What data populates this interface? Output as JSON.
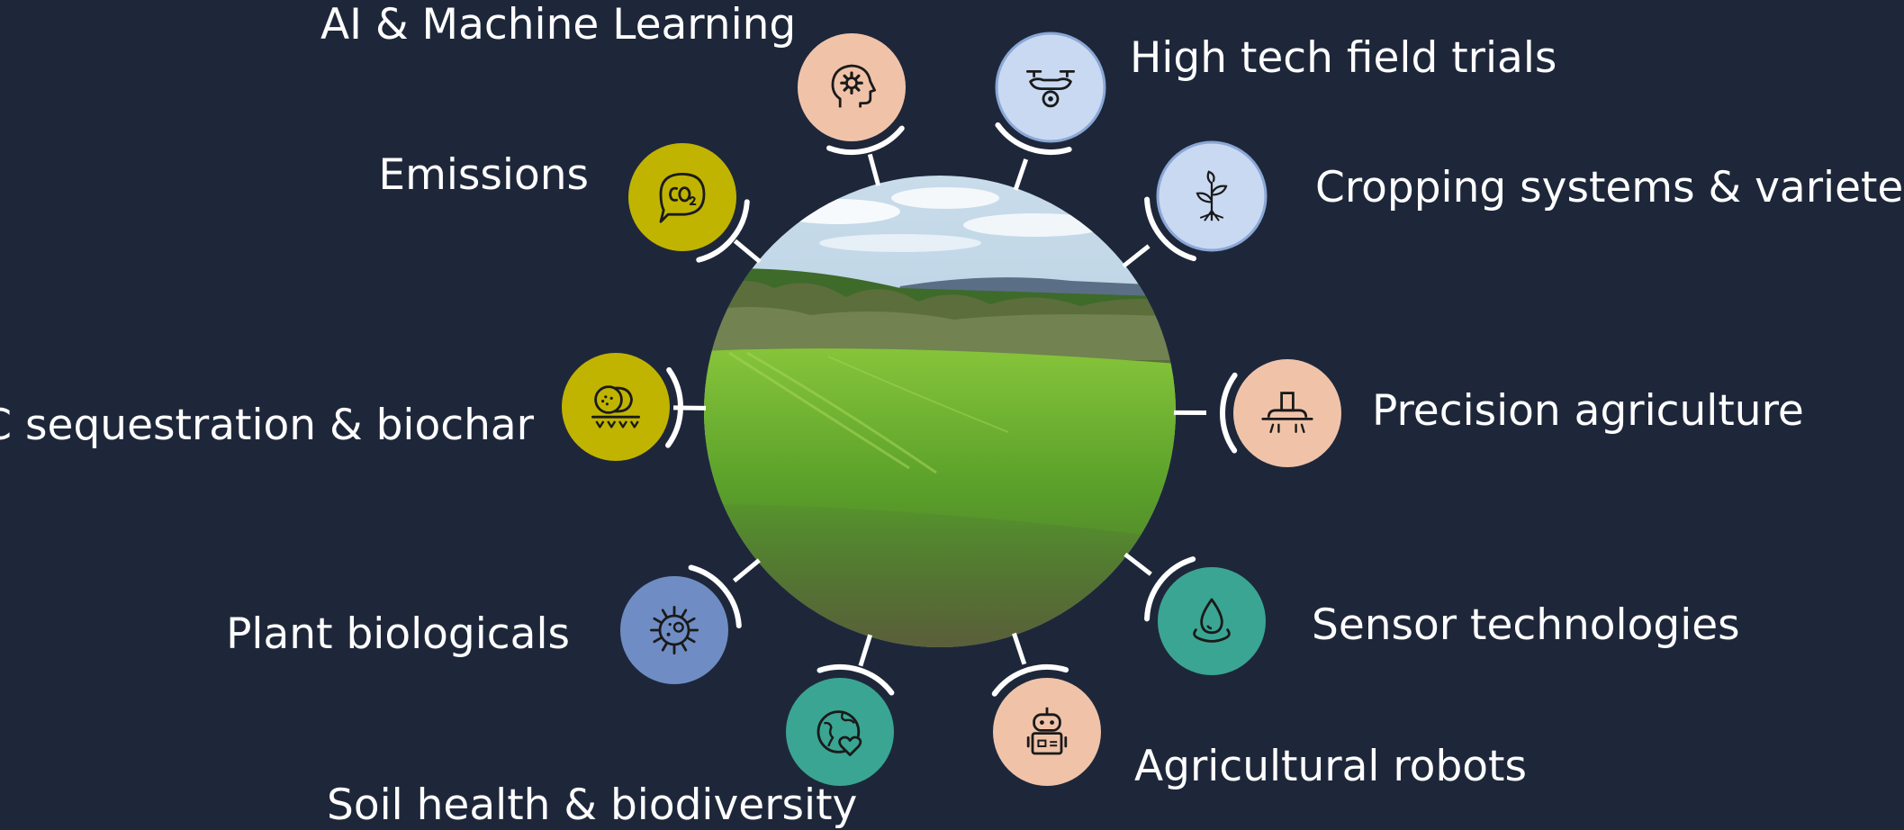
{
  "colors": {
    "background": "#1e273a",
    "peach": "#f0c3a9",
    "light_blue": "#c9d9f2",
    "olive": "#c0b400",
    "slate_blue": "#6f8dc4",
    "teal": "#3aa592",
    "connector": "#ffffff",
    "icon_stroke": "#1a1a1a"
  },
  "center_photo": {
    "subject": "green-rolling-farm-field"
  },
  "topics": [
    {
      "key": "ai",
      "label": "AI & Machine Learning",
      "icon": "ai-head-icon",
      "color": "#f0c3a9"
    },
    {
      "key": "field-trials",
      "label": "High tech field trials",
      "icon": "drone-icon",
      "color": "#c9d9f2"
    },
    {
      "key": "cropping",
      "label": "Cropping systems & varietes",
      "icon": "sprout-icon",
      "color": "#c9d9f2"
    },
    {
      "key": "precision",
      "label": "Precision agriculture",
      "icon": "sprayer-icon",
      "color": "#f0c3a9"
    },
    {
      "key": "sensors",
      "label": "Sensor technologies",
      "icon": "water-drop-icon",
      "color": "#3aa592"
    },
    {
      "key": "robots",
      "label": "Agricultural robots",
      "icon": "robot-icon",
      "color": "#f0c3a9"
    },
    {
      "key": "soil",
      "label": "Soil health & biodiversity",
      "icon": "earth-heart-icon",
      "color": "#3aa592"
    },
    {
      "key": "biologicals",
      "label": "Plant biologicals",
      "icon": "microbe-icon",
      "color": "#6f8dc4"
    },
    {
      "key": "sequestration",
      "label": "C sequestration & biochar",
      "icon": "biochar-icon",
      "color": "#c0b400"
    },
    {
      "key": "emissions",
      "label": "Emissions",
      "icon": "co2-bubble-icon",
      "color": "#c0b400"
    }
  ]
}
